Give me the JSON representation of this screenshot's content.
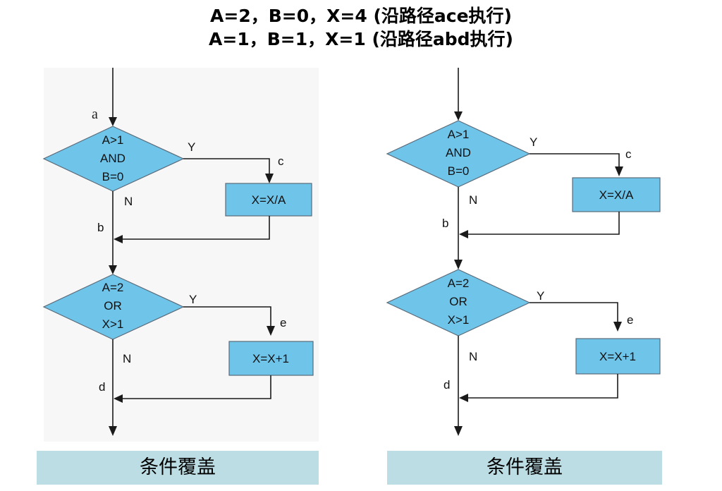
{
  "header": {
    "line1": "A=2，B=0，X=4 (沿路径ace执行)",
    "line2": "A=1，B=1，X=1 (沿路径abd执行)"
  },
  "panels": [
    {
      "decision1": [
        "A>1",
        "AND",
        "B=0"
      ],
      "process1": "X=X/A",
      "decision2": [
        "A=2",
        "OR",
        "X>1"
      ],
      "process2": "X=X+1",
      "edges": {
        "a": "a",
        "b": "b",
        "c": "c",
        "d": "d",
        "e": "e",
        "y1": "Y",
        "n1": "N",
        "y2": "Y",
        "n2": "N"
      },
      "caption": "条件覆盖"
    },
    {
      "decision1": [
        "A>1",
        "AND",
        "B=0"
      ],
      "process1": "X=X/A",
      "decision2": [
        "A=2",
        "OR",
        "X>1"
      ],
      "process2": "X=X+1",
      "edges": {
        "a": "",
        "b": "b",
        "c": "c",
        "d": "d",
        "e": "e",
        "y1": "Y",
        "n1": "N",
        "y2": "Y",
        "n2": "N"
      },
      "caption": "条件覆盖"
    }
  ],
  "colors": {
    "shape_fill": "#6fc4ea",
    "caption_bg": "#bcdde3"
  }
}
